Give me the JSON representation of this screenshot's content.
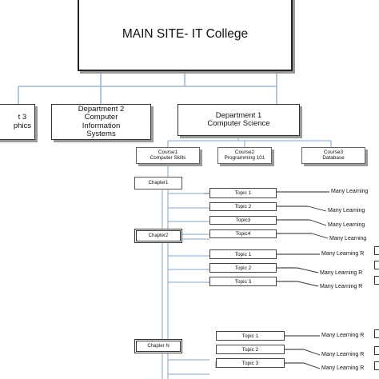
{
  "main": {
    "label": "MAIN SITE- IT College"
  },
  "departments": {
    "dept3": {
      "line1": "t 3",
      "line2": "phics"
    },
    "dept2": {
      "line1": "Department 2",
      "line2": "Computer",
      "line3": "Information",
      "line4": "Systems"
    },
    "dept1": {
      "line1": "Department 1",
      "line2": "Computer Science"
    }
  },
  "courses": [
    {
      "line1": "Course1",
      "line2": "Computer Skills"
    },
    {
      "line1": "Course2",
      "line2": "Programming 101"
    },
    {
      "line1": "Course3",
      "line2": "Database"
    }
  ],
  "chapters": [
    {
      "label": "Chapter1",
      "topics": [
        "Topic 1",
        "Topic 2",
        "Topic3",
        "Topic4"
      ]
    },
    {
      "label": "Chapter2",
      "topics": [
        "Topic 1",
        "Topic 2",
        "Topic 3"
      ]
    },
    {
      "label": "Chapter N",
      "topics": [
        "Topic 1",
        "Topic 2",
        "Topic 3"
      ]
    }
  ],
  "resources": {
    "chapter1": [
      "Many Learning",
      "Many Learning",
      "Many Learning",
      "Many Learning"
    ],
    "chapter2": [
      "Many Learning R",
      "Many Learning R",
      "Many Learning R"
    ],
    "chapterN": [
      "Many Learning R",
      "Many Learning R",
      "Many Learning R"
    ]
  },
  "colors": {
    "connector_blue": "#8aa7c8",
    "connector_dark": "#222222"
  }
}
